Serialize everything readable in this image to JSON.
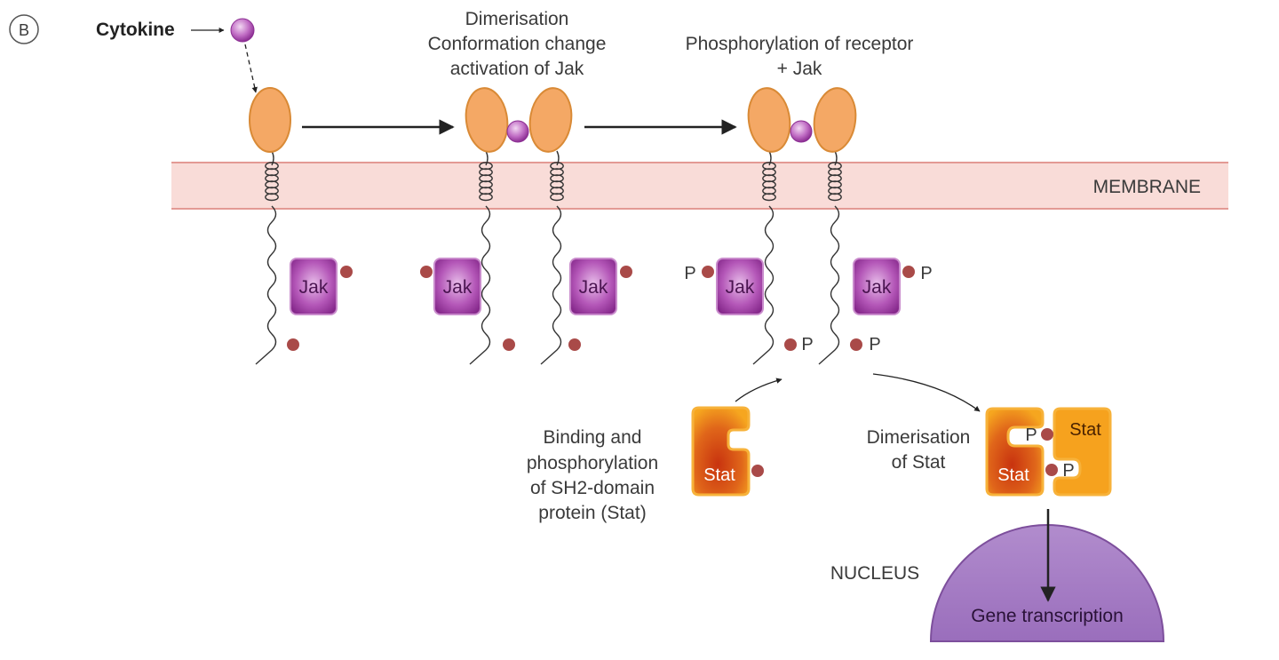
{
  "panel_label": "B",
  "cytokine_label": "Cytokine",
  "step2_lines": [
    "Dimerisation",
    "Conformation change",
    "activation of Jak"
  ],
  "step3_lines": [
    "Phosphorylation of receptor",
    "+ Jak"
  ],
  "membrane_label": "MEMBRANE",
  "jak_label": "Jak",
  "phospho_label": "P",
  "stat_label": "Stat",
  "binding_lines": [
    "Binding and",
    "phosphorylation",
    "of SH2-domain",
    "protein (Stat)"
  ],
  "dimer_lines": [
    "Dimerisation",
    "of Stat"
  ],
  "nucleus_label": "NUCLEUS",
  "gene_label": "Gene transcription",
  "colors": {
    "membrane_fill": "#f9dcd8",
    "membrane_edge": "#e39a94",
    "receptor": "#f4a865",
    "receptor_edge": "#d98a36",
    "cytokine": "#b45bb8",
    "jak_fill": "#a23aa6",
    "phospho_dot": "#a94a48",
    "stat_outer": "#f5a21c",
    "stat_inner": "#c83a12",
    "nucleus": "#a27bc0",
    "nucleus_edge": "#7d4f9c",
    "arrow": "#222222"
  }
}
